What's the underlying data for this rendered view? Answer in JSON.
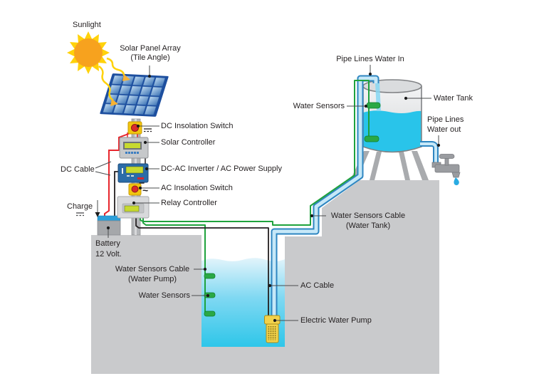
{
  "labels": {
    "sunlight": "Sunlight",
    "solar_panel_1": "Solar Panel Array",
    "solar_panel_2": "(Tile Angle)",
    "dc_switch": "DC Insolation Switch",
    "solar_controller": "Solar Controller",
    "inverter": "DC-AC Inverter / AC Power Supply",
    "ac_switch": "AC Insolation Switch",
    "ac_symbol": "~",
    "relay": "Relay Controller",
    "dc_cable": "DC Cable",
    "charge": "Charge",
    "battery_1": "Battery",
    "battery_2": "12 Volt.",
    "pipe_in": "Pipe Lines Water In",
    "water_sensors_tank": "Water Sensors",
    "water_tank": "Water Tank",
    "pipe_out_1": "Pipe Lines",
    "pipe_out_2": "Water out",
    "ws_cable_tank_1": "Water Sensors Cable",
    "ws_cable_tank_2": "(Water Tank)",
    "ws_cable_pump_1": "Water Sensors Cable",
    "ws_cable_pump_2": "(Water Pump)",
    "water_sensors_pump": "Water Sensors",
    "ac_cable": "AC Cable",
    "electric_pump": "Electric Water Pump"
  },
  "colors": {
    "green_cable": "#1FA23D",
    "pipe_border": "#2E86C1",
    "pipe_fill": "#C6E8F8",
    "water": "#29C4EA",
    "ground": "#C9CACC",
    "sun_core": "#F7A21E",
    "sun_rays": "#FFD20A",
    "panel_frame": "#1D4F9F",
    "inverter_blue": "#2B6CA8",
    "battery_top": "#2C9FD9",
    "red_wire": "#E8262D",
    "pump_yellow": "#F2D24B",
    "lcd_green": "#C7DA2F",
    "black_cable": "#231F20"
  }
}
